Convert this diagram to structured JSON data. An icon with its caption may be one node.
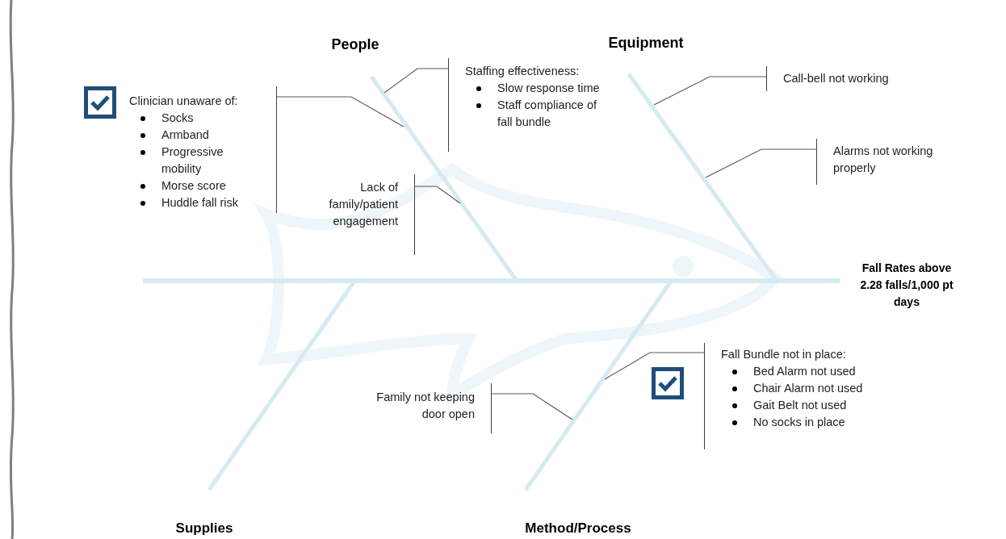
{
  "diagram": {
    "nodes": [
      {
        "text": [
          "Clinician unaware of:",
          "Socks",
          "Armband",
          "Progressive mobility",
          "Morse score",
          "Huddle fall risk"
        ]
      },
      {
        "text": [
          "Staffing effectiveness:",
          "Slow response time",
          "Staff compliance of fall bundle"
        ]
      },
      {
        "text": [
          "Lack of family/patient engagement"
        ]
      },
      {
        "text": [
          "Call-bell not working"
        ]
      },
      {
        "text": [
          "Alarms not working properly"
        ]
      },
      {
        "text": [
          "Family not keeping door open"
        ]
      },
      {
        "text": [
          "Fall Bundle not in place:",
          "Bed Alarm not used",
          "Chair Alarm not used",
          "Gait Belt not used",
          "No socks in place"
        ]
      }
    ],
    "edges": [
      {
        "from": 0,
        "to": null,
        "arrow": "none"
      },
      {
        "from": 1,
        "to": null,
        "arrow": "none"
      },
      {
        "from": 2,
        "to": null,
        "arrow": "none"
      },
      {
        "from": 3,
        "to": null,
        "arrow": "none"
      },
      {
        "from": 4,
        "to": null,
        "arrow": "none"
      },
      {
        "from": 5,
        "to": null,
        "arrow": "none"
      },
      {
        "from": 6,
        "to": null,
        "arrow": "none"
      }
    ],
    "labels": [
      "People",
      "Equipment",
      "Fall Rates above 2.28 falls/1,000 pt days",
      "Supplies",
      "Method/Process"
    ]
  }
}
